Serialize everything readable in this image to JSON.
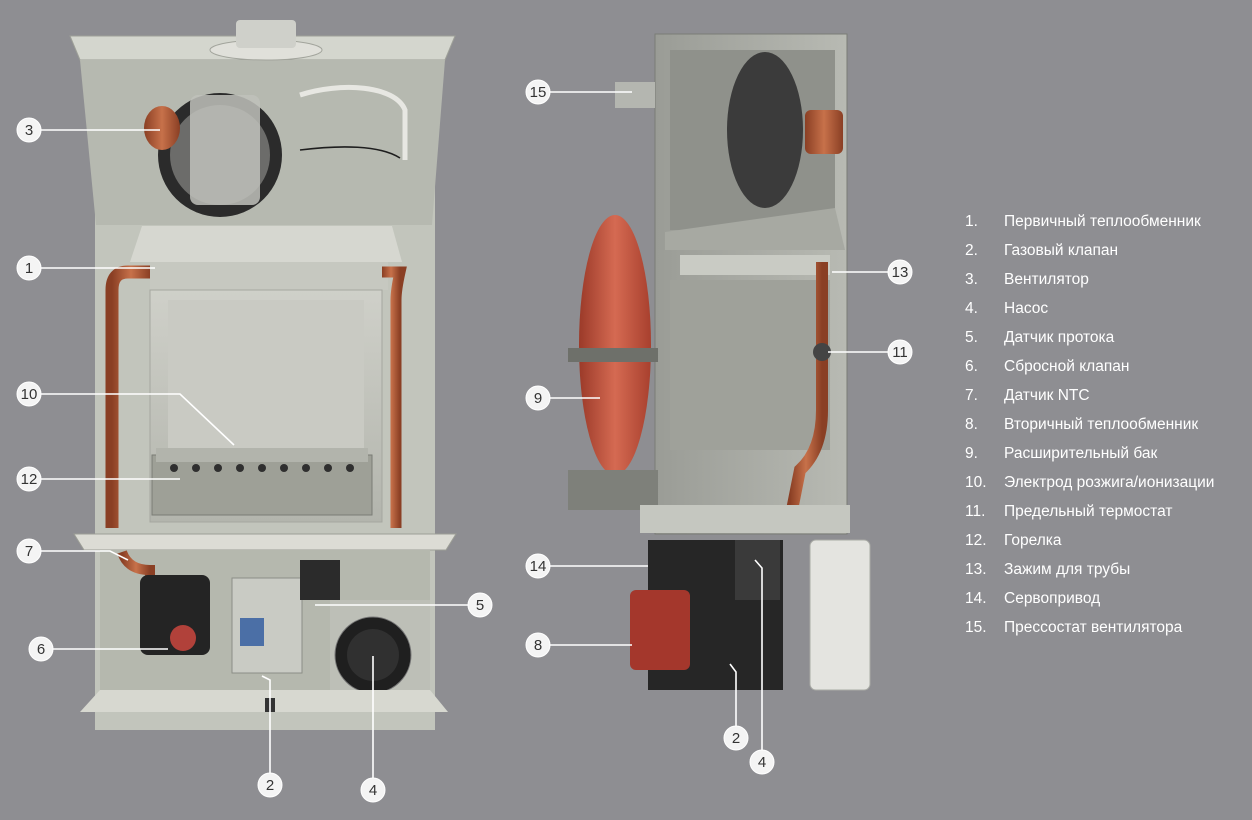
{
  "legend": [
    {
      "number": "1.",
      "label": "Первичный теплообменник"
    },
    {
      "number": "2.",
      "label": "Газовый клапан"
    },
    {
      "number": "3.",
      "label": "Вентилятор"
    },
    {
      "number": "4.",
      "label": "Насос"
    },
    {
      "number": "5.",
      "label": "Датчик протока"
    },
    {
      "number": "6.",
      "label": "Сбросной клапан"
    },
    {
      "number": "7.",
      "label": "Датчик NTC"
    },
    {
      "number": "8.",
      "label": "Вторичный теплообменник"
    },
    {
      "number": "9.",
      "label": "Расширительный бак"
    },
    {
      "number": "10.",
      "label": "Электрод розжига/ионизации"
    },
    {
      "number": "11.",
      "label": "Предельный термостат"
    },
    {
      "number": "12.",
      "label": "Горелка"
    },
    {
      "number": "13.",
      "label": "Зажим для трубы"
    },
    {
      "number": "14.",
      "label": "Сервопривод"
    },
    {
      "number": "15.",
      "label": "Прессостат вентилятора"
    }
  ],
  "callouts": {
    "front": [
      "3",
      "1",
      "10",
      "12",
      "7",
      "6",
      "5",
      "2",
      "4"
    ],
    "side": [
      "15",
      "13",
      "11",
      "9",
      "14",
      "8",
      "2",
      "4"
    ]
  },
  "colors": {
    "background": "#8e8e92",
    "copper": "#b4613e",
    "expansion_tank": "#c4513d",
    "callout_fill": "#f4f4f4"
  }
}
